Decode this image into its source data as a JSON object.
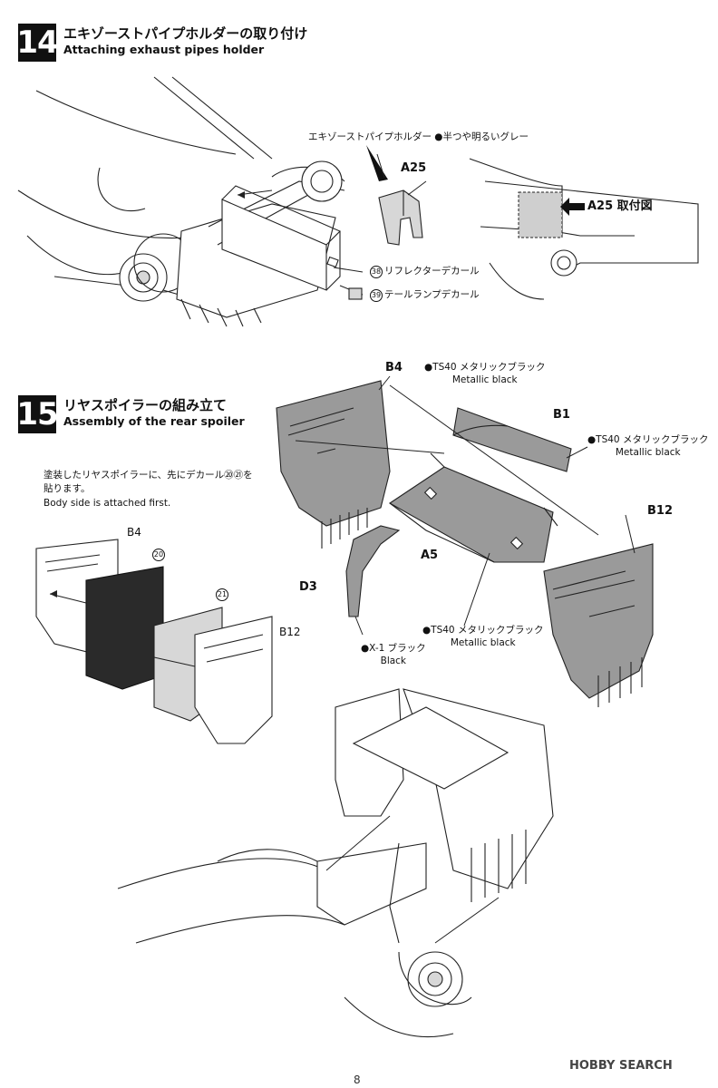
{
  "step14": {
    "number": "14",
    "title_jp": "エキゾーストパイプホルダーの取り付け",
    "title_en": "Attaching exhaust pipes holder",
    "holder_label": "エキゾーストパイプホルダー ●半つや明るいグレー",
    "part_a25": "A25",
    "a25_mount": "A25 取付図",
    "decal_38_num": "38",
    "decal_38_label": "リフレクターデカール",
    "decal_39_num": "39",
    "decal_39_label": "テールランプデカール"
  },
  "step15": {
    "number": "15",
    "title_jp": "リヤスポイラーの組み立て",
    "title_en": "Assembly of the rear spoiler",
    "note_jp_1": "塗装したリヤスポイラーに、先にデカール⑳㉑を",
    "note_jp_2": "貼ります。",
    "note_en": "Body side is attached first.",
    "sub_b4": "B4",
    "sub_b12": "B12",
    "decal_20": "20",
    "decal_21": "21",
    "parts": {
      "b4": "B4",
      "b1": "B1",
      "b12": "B12",
      "a5": "A5",
      "d3": "D3"
    },
    "paint_b4_jp": "●TS40 メタリックブラック",
    "paint_b4_en": "Metallic black",
    "paint_b1_jp": "●TS40 メタリックブラック",
    "paint_b1_en": "Metallic black",
    "paint_a5_jp": "●TS40 メタリックブラック",
    "paint_a5_en": "Metallic black",
    "paint_d3_jp": "●X-1 ブラック",
    "paint_d3_en": "Black"
  },
  "watermark": "HOBBY SEARCH",
  "page_number": "8"
}
